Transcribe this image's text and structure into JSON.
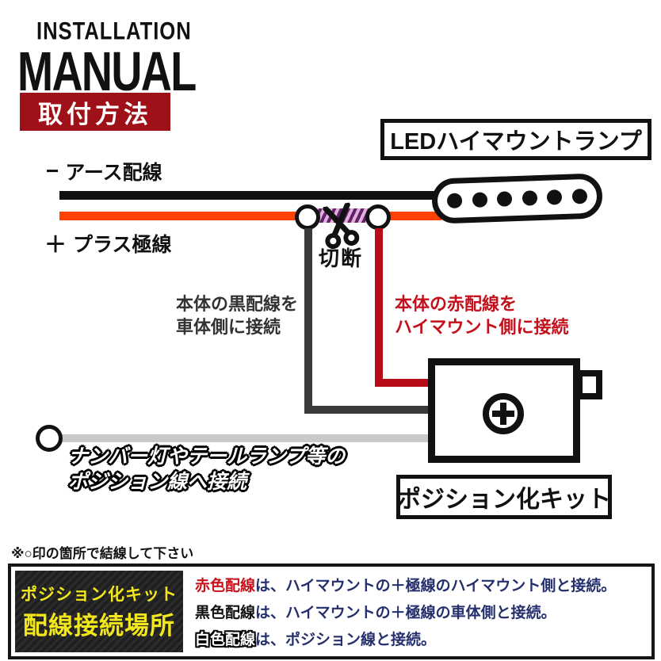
{
  "header": {
    "title_line1": "INSTALLATION",
    "title_line2": "MANUAL",
    "badge": "取付方法"
  },
  "diagram": {
    "lamp_label": "LEDハイマウントランプ",
    "ground_wire": {
      "sign": "−",
      "label": "アース配線"
    },
    "plus_wire": {
      "sign": "＋",
      "label": "プラス極線"
    },
    "cut_label": "切断",
    "connect_black": {
      "line1": "本体の黒配線を",
      "line2": "車体側に接続"
    },
    "connect_red": {
      "line1": "本体の赤配線を",
      "line2": "ハイマウント側に接続"
    },
    "kit_label": "ポジション化キット",
    "position_note": {
      "line1": "ナンバー灯やテールランプ等の",
      "line2": "ポジション線へ接続"
    }
  },
  "footer": {
    "note": "※○印の箇所で結線して下さい",
    "table": {
      "heading": {
        "line1": "ポジション化キット",
        "line2": "配線接続場所"
      },
      "rows": [
        {
          "lead": "赤色配線",
          "rest": "は、ハイマウントの＋極線のハイマウント側と接続。"
        },
        {
          "lead": "黒色配線",
          "rest": "は、ハイマウントの＋極線の車体側と接続。"
        },
        {
          "lead": "白色配線",
          "rest": "は、ポジション線と接続。"
        }
      ]
    }
  },
  "colors": {
    "badge_red": "#9e1119",
    "wire_orange": "#ff4102",
    "wire_red": "#b60d18",
    "wire_dark_gray": "#3a3a3a",
    "wire_light_gray": "#c9c9c9",
    "note_red": "#c4101c",
    "table_navy": "#242f6d",
    "table_yellow": "#f2e71c"
  }
}
